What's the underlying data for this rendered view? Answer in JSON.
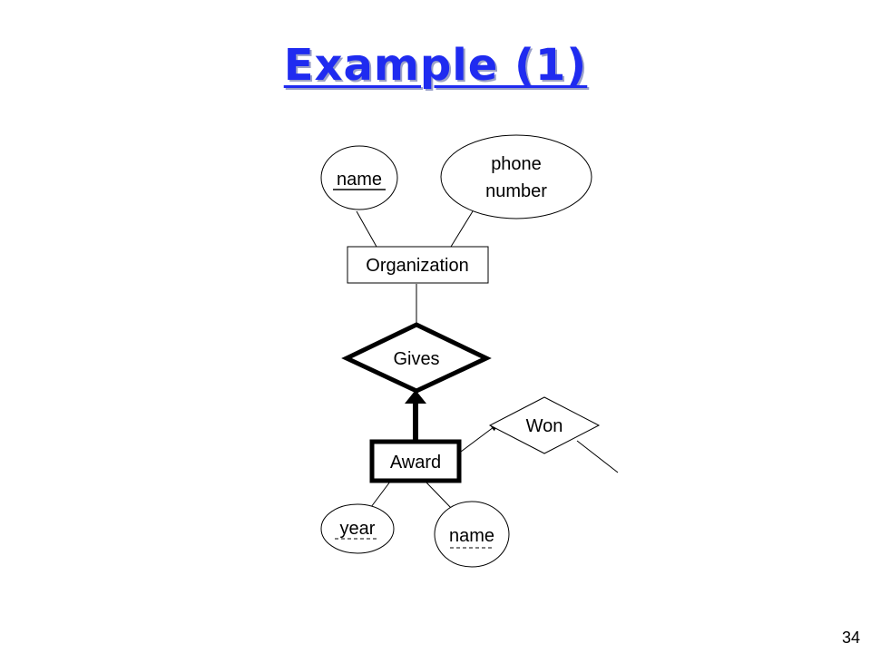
{
  "slide": {
    "title": "Example (1)",
    "page_number": "34"
  },
  "diagram": {
    "entities": {
      "organization": "Organization",
      "award": "Award"
    },
    "relationships": {
      "gives": "Gives",
      "won": "Won"
    },
    "attributes": {
      "org_name": "name",
      "phone_line1": "phone",
      "phone_line2": "number",
      "award_year": "year",
      "award_name": "name"
    }
  }
}
